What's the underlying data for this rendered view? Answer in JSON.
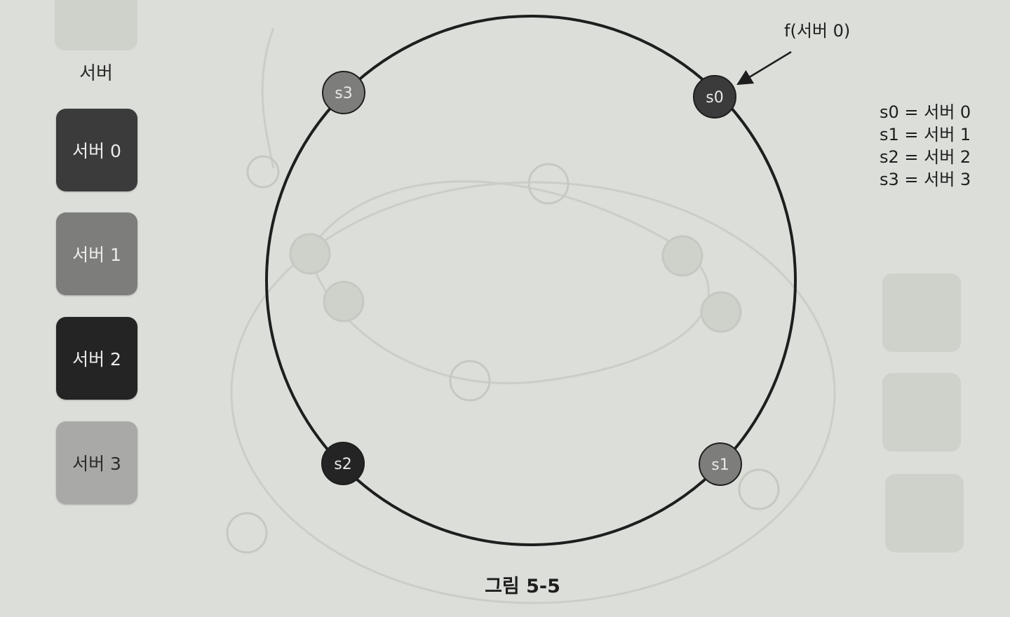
{
  "legend": {
    "title": "서버",
    "servers": [
      {
        "label": "서버 0",
        "color": "#3b3b3b"
      },
      {
        "label": "서버 1",
        "color": "#7d7e7b"
      },
      {
        "label": "서버 2",
        "color": "#242424"
      },
      {
        "label": "서버 3",
        "color": "#a9aaa7"
      }
    ]
  },
  "ring": {
    "nodes": [
      {
        "id": "s0",
        "label": "s0",
        "color": "#3b3b3b"
      },
      {
        "id": "s1",
        "label": "s1",
        "color": "#7d7e7b"
      },
      {
        "id": "s2",
        "label": "s2",
        "color": "#242424"
      },
      {
        "id": "s3",
        "label": "s3",
        "color": "#7d7e7b"
      }
    ],
    "annotation": "f(서버 0)"
  },
  "mapping": [
    "s0 = 서버 0",
    "s1 = 서버 1",
    "s2 = 서버 2",
    "s3 = 서버 3"
  ],
  "caption": "그림 5-5"
}
